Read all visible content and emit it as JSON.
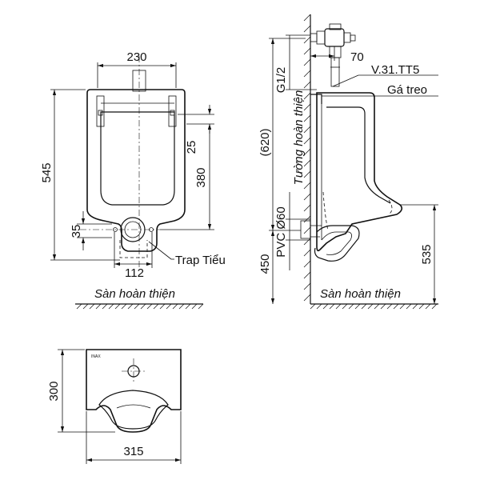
{
  "front_view": {
    "dim_width_top": "230",
    "dim_height_total": "545",
    "dim_25": "25",
    "dim_380": "380",
    "dim_35": "35",
    "dim_112": "112",
    "trap_label": "Trap Tiểu",
    "floor_label": "Sàn hoàn thiện"
  },
  "side_view": {
    "dim_70": "70",
    "model_label": "V.31.TT5",
    "bracket_label": "Gá treo",
    "pipe_size": "G1/2",
    "wall_label": "Tường hoàn thiện",
    "dim_620": "(620)",
    "drain_label": "PVC Ø60",
    "dim_450": "450",
    "dim_535": "535",
    "floor_label": "Sàn hoàn thiện"
  },
  "top_view": {
    "dim_depth": "300",
    "dim_width": "315",
    "brand_mark": "INAX"
  }
}
